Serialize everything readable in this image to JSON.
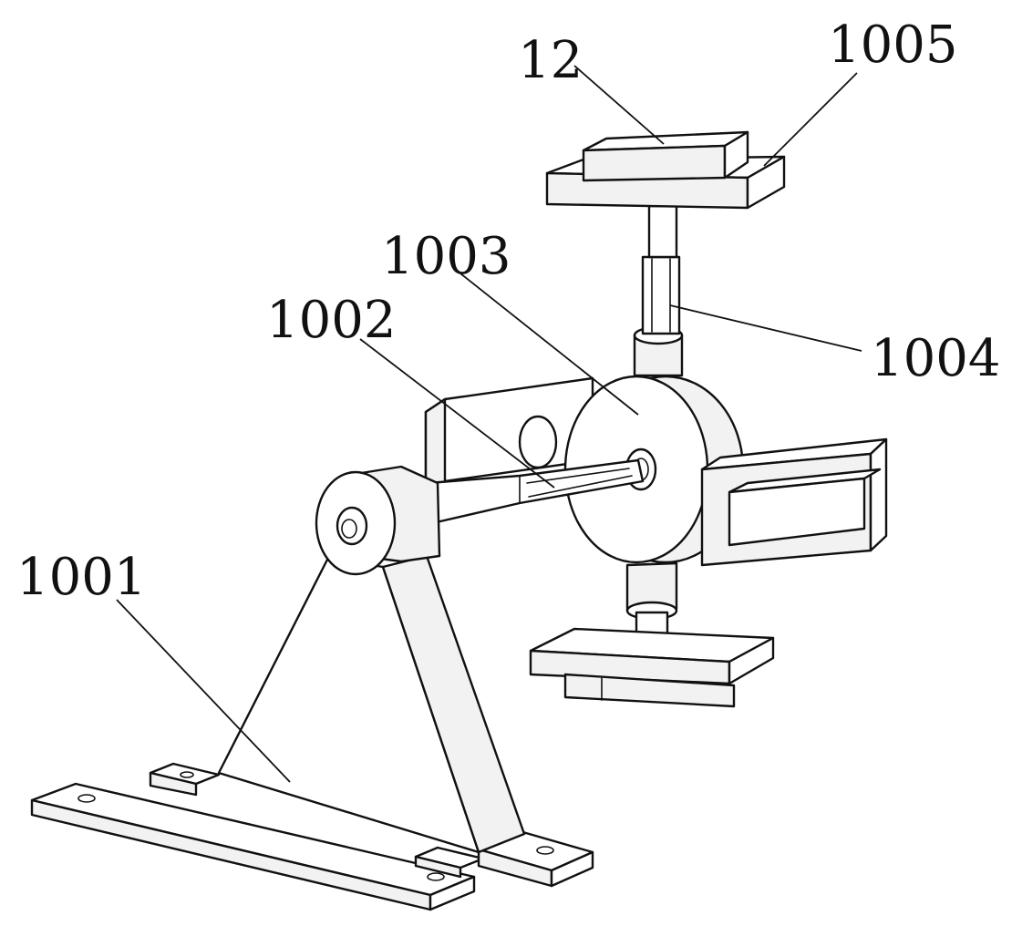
{
  "labels": {
    "l_12": "12",
    "l_1005": "1005",
    "l_1003": "1003",
    "l_1002": "1002",
    "l_1004": "1004",
    "l_1001": "1001"
  }
}
